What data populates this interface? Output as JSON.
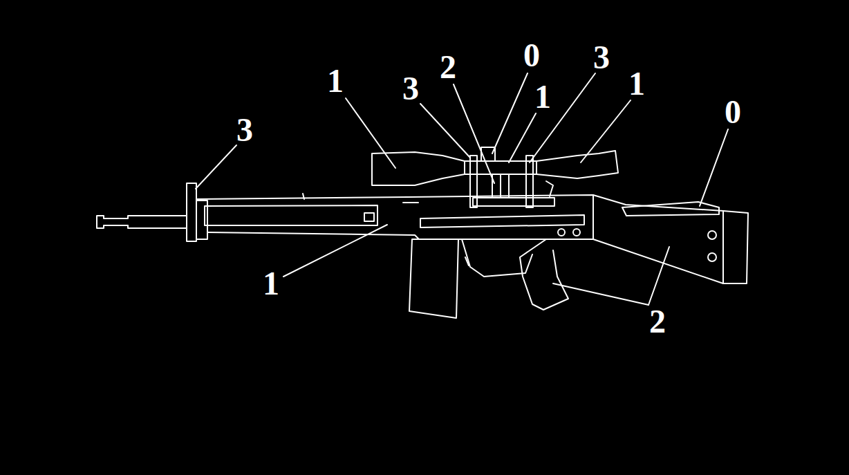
{
  "diagram": {
    "labels": [
      "0",
      "3",
      "2",
      "1",
      "1",
      "3",
      "1",
      "0",
      "3",
      "1",
      "2"
    ]
  }
}
